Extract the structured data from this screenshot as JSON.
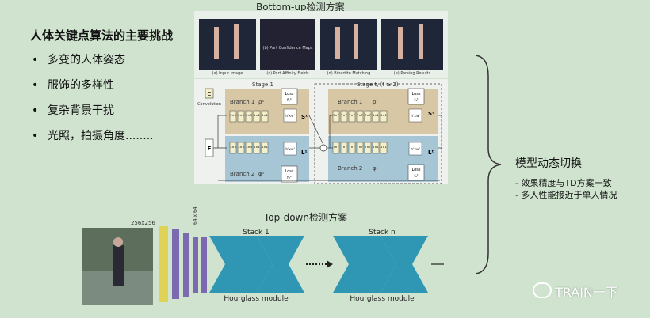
{
  "left": {
    "title": "人体关键点算法的主要挑战",
    "bullets": [
      "多变的人体姿态",
      "服饰的多样性",
      "复杂背景干扰",
      "光照，拍摄角度........"
    ]
  },
  "bottom_up": {
    "caption": "Bottom-up检测方案",
    "panels": [
      "(a) Input Image",
      "(b) Part Confidence Maps",
      "(c) Part Affinity Fields",
      "(d) Bipartite Matching",
      "(e) Parsing Results"
    ],
    "stage1_label": "Stage 1",
    "staget_label": "Stage t, (t ≥ 2)",
    "conv_box": "C",
    "conv_label": "Convolution",
    "input_box": "F",
    "branch1": "Branch 1",
    "branch2": "Branch 2",
    "rho1": "ρ¹",
    "rhot": "ρᵗ",
    "phi1": "φ¹",
    "phit": "φᵗ",
    "s1": "S¹",
    "st": "Sᵗ",
    "l1": "L¹",
    "lt": "Lᵗ",
    "loss": "Loss",
    "f1": "f₁¹",
    "f2": "f₂¹",
    "f1t": "f₁ᵗ",
    "f2t": "f₂ᵗ",
    "conv_3x3": "3×3",
    "conv_1x1": "1×1",
    "conv_7x7": "7×7",
    "conv_hxw": "h'×w'"
  },
  "top_down": {
    "caption": "Top-down检测方案",
    "size_label": "256x256",
    "size_small": "64 x 64",
    "stack1": "Stack 1",
    "stackn": "Stack n",
    "module1": "Hourglass\nmodule",
    "modulen": "Hourglass\nmodule"
  },
  "right": {
    "title": "模型动态切换",
    "notes": [
      "- 效果精度与TD方案一致",
      "- 多人性能接近于单人情况"
    ]
  },
  "watermark": "TRAIN一下",
  "colors": {
    "branch_top": "#d7c7a5",
    "branch_bottom": "#a6c6d6",
    "hourglass": "#2f97b4",
    "bar_yellow": "#e0d257",
    "bar_purple": "#7b6ab0"
  }
}
